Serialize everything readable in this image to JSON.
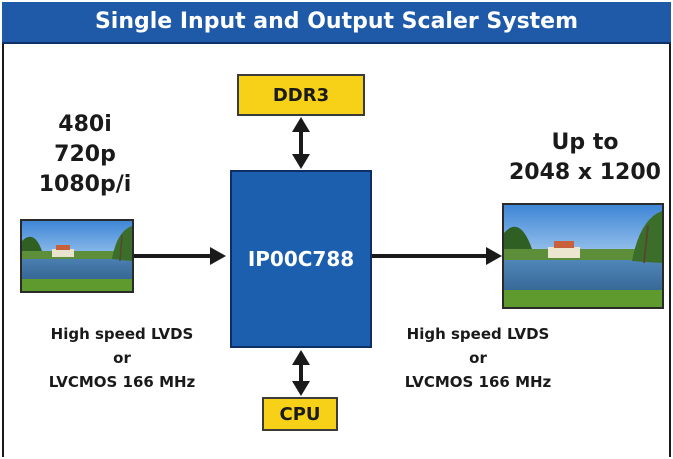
{
  "title": "Single Input and Output Scaler System",
  "input_formats": [
    "480i",
    "720p",
    "1080p/i"
  ],
  "output_resolution": [
    "Up to",
    "2048 x 1200"
  ],
  "memory_label": "DDR3",
  "processor_label": "IP00C788",
  "controller_label": "CPU",
  "input_link": [
    "High speed LVDS",
    "or",
    "LVCMOS 166 MHz"
  ],
  "output_link": [
    "High speed LVDS",
    "or",
    "LVCMOS 166 MHz"
  ],
  "colors": {
    "title_bar": "#1f5aa8",
    "processor": "#1b5fae",
    "yellow_boxes": "#f7d117",
    "arrows": "#1a1a1a"
  }
}
